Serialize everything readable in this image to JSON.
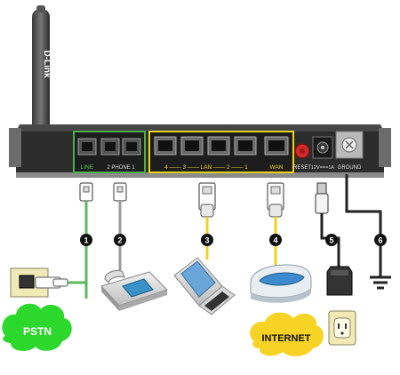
{
  "router": {
    "brand": "D-Link",
    "line_label": "LINE",
    "phone_label": "2   PHONE   1",
    "lan_label": "4 —— 3 —— LAN —— 2 —— 1",
    "wan_label": "WAN",
    "reset_label": "RESET",
    "power_label": "12V===1A",
    "ground_label": "GROUND"
  },
  "callouts": [
    "1",
    "2",
    "3",
    "4",
    "5",
    "6"
  ],
  "clouds": {
    "pstn": "PSTN",
    "internet": "INTERNET"
  },
  "colors": {
    "line_green": "#5cb85c",
    "lan_yellow": "#f2d21b",
    "cloud_green": "#2bd82b",
    "cloud_yellow": "#f7d325",
    "router_body": "#2a2a2a",
    "reset_red": "#d12b2b"
  }
}
